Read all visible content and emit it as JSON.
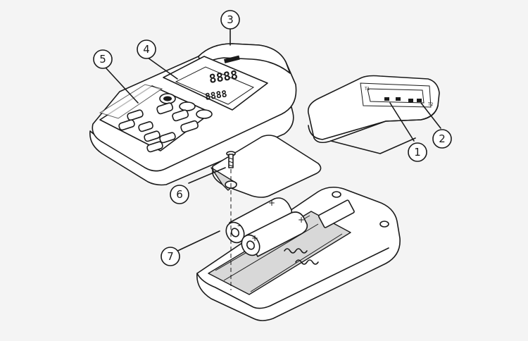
{
  "callouts": [
    {
      "id": "1",
      "label": "1"
    },
    {
      "id": "2",
      "label": "2"
    },
    {
      "id": "3",
      "label": "3"
    },
    {
      "id": "4",
      "label": "4"
    },
    {
      "id": "5",
      "label": "5"
    },
    {
      "id": "6",
      "label": "6"
    },
    {
      "id": "7",
      "label": "7"
    }
  ],
  "probe": {
    "t1": "T1",
    "t2": "T2"
  },
  "display": {
    "upper_digits": "8888",
    "lower_digits": "8888"
  },
  "battery_polarity": {
    "plus": "+",
    "minus": "–"
  },
  "icons": [
    "thermometer-icon",
    "battery-icon",
    "screw-icon"
  ]
}
